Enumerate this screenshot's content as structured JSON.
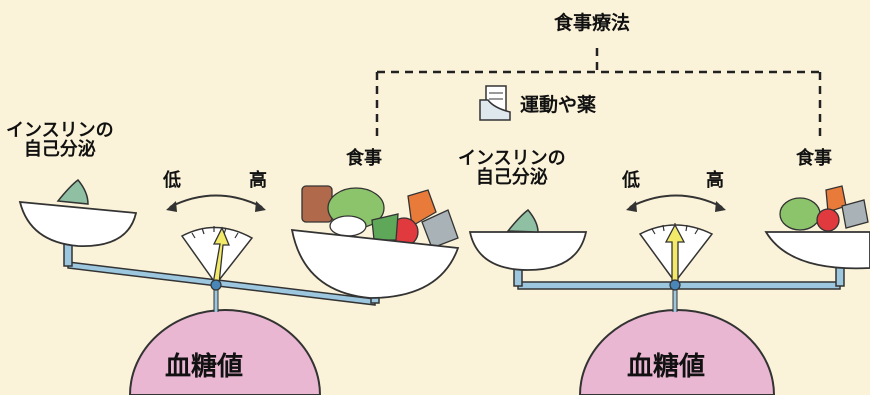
{
  "top_label": "食事療法",
  "mid_label": "運動や薬",
  "left_scale": {
    "left_pan_label_line1": "インスリンの",
    "left_pan_label_line2": "自己分泌",
    "low_label": "低",
    "high_label": "高",
    "right_pan_label": "食事",
    "base_label": "血糖値",
    "state": "tilted toward meal side (high)"
  },
  "right_scale": {
    "left_pan_label_line1": "インスリンの",
    "left_pan_label_line2": "自己分泌",
    "low_label": "低",
    "high_label": "高",
    "right_pan_label": "食事",
    "base_label": "血糖値",
    "state": "balanced"
  },
  "colors": {
    "background": "#fbf3d9",
    "base_dome": "#eab7d3",
    "beam": "#9cc7df",
    "pointer": "#f3ea6a",
    "pan": "#ffffff"
  }
}
